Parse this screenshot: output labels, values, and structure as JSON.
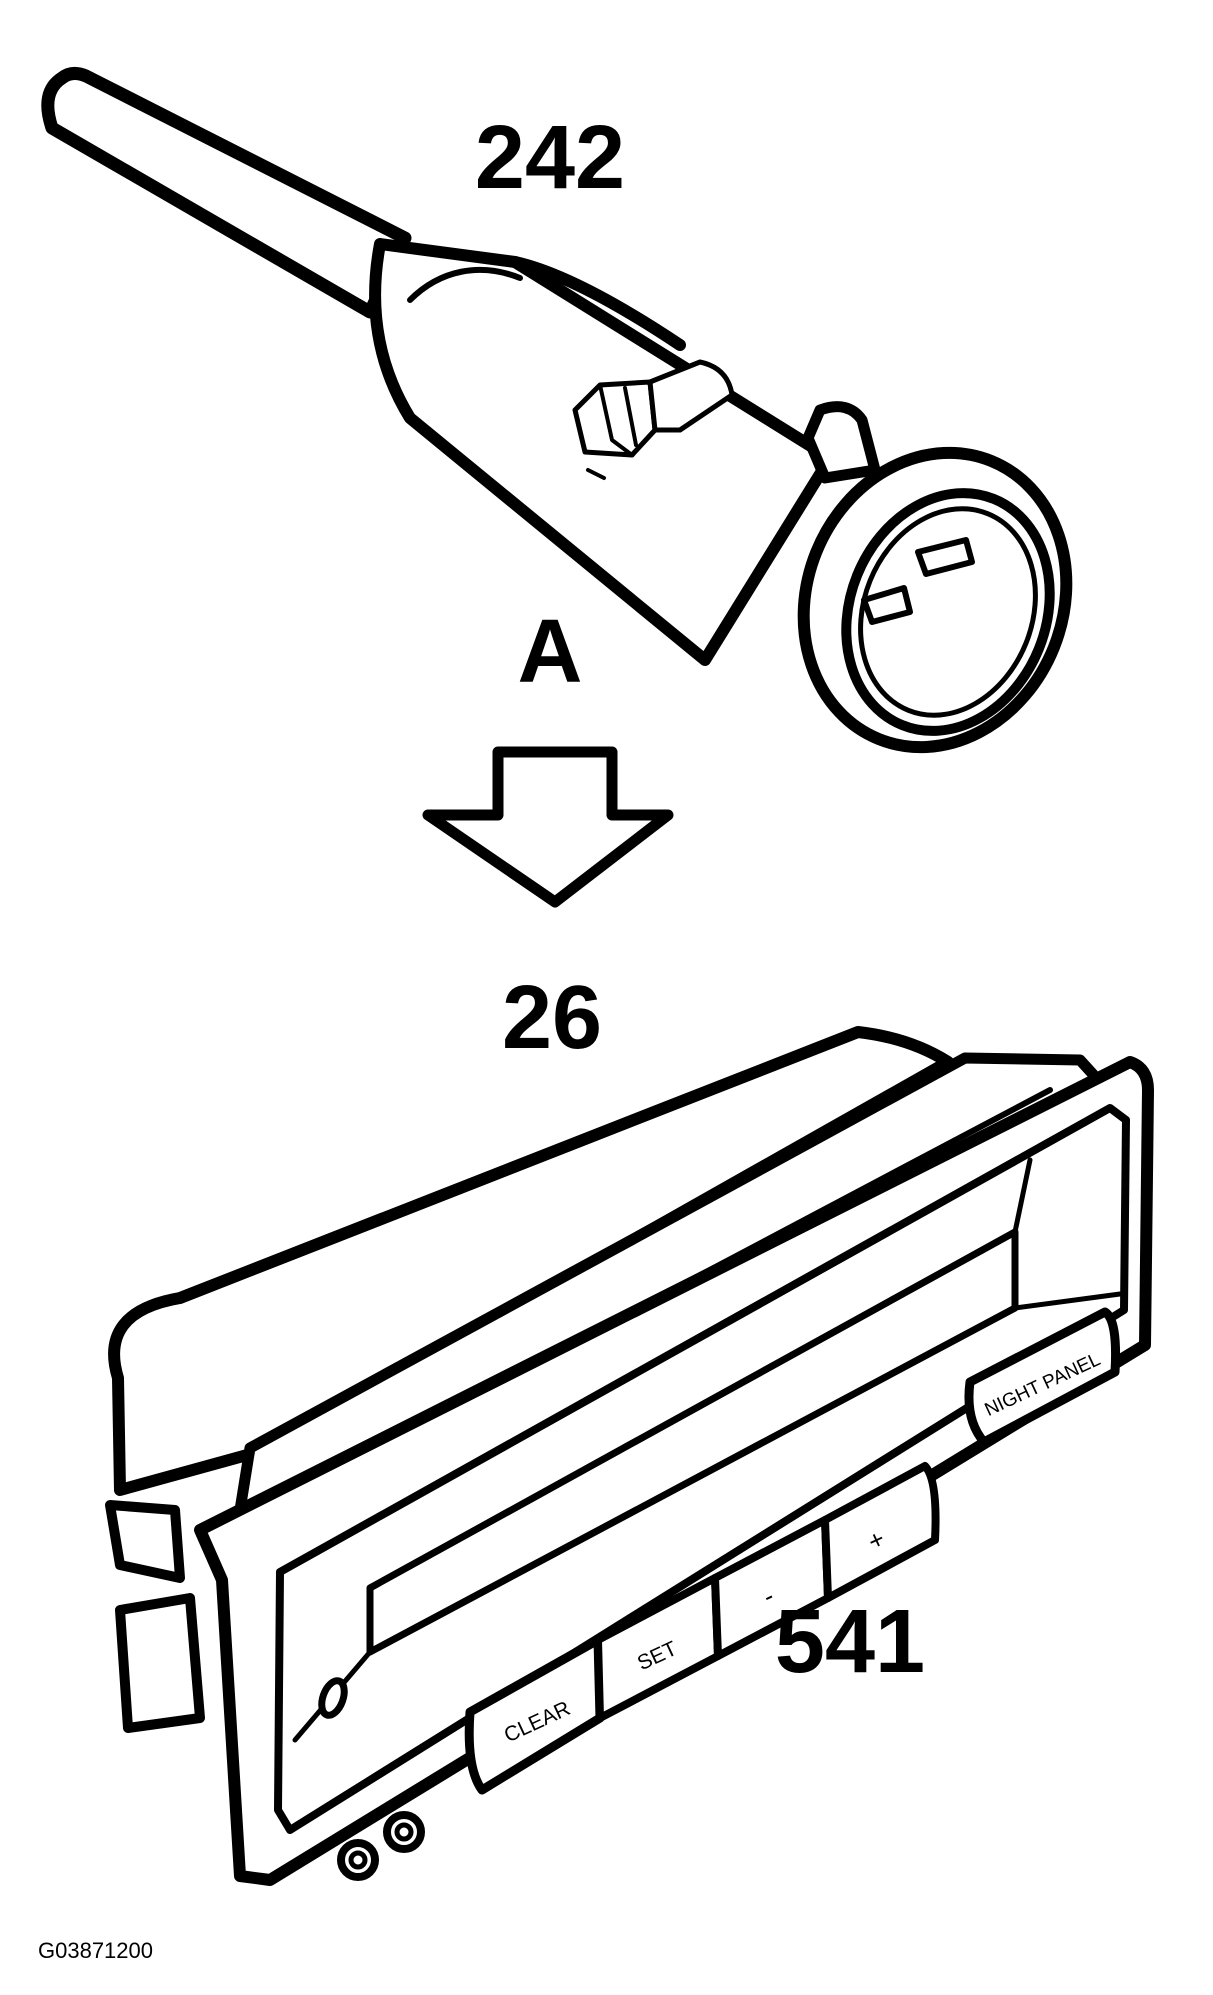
{
  "labels": {
    "connector_ref": "242",
    "view_letter": "A",
    "connection_ref": "26",
    "module_ref": "541",
    "figure_id": "G03871200"
  },
  "buttons": {
    "clear": "CLEAR",
    "set": "SET",
    "minus": "-",
    "plus": "+",
    "night_panel": "NIGHT PANEL"
  },
  "colors": {
    "line": "#000000",
    "background": "#ffffff"
  }
}
